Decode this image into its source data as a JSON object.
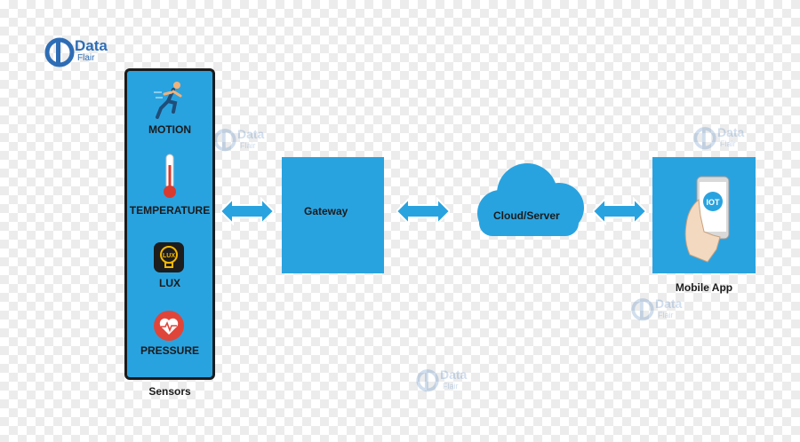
{
  "logo": {
    "line1": "Data",
    "line2": "Flair"
  },
  "sensors": {
    "items": [
      {
        "label": "MOTION",
        "icon": "running-man-icon"
      },
      {
        "label": "TEMPERATURE",
        "icon": "thermometer-icon"
      },
      {
        "label": "LUX",
        "icon": "lux-bulb-icon",
        "badge": "LUX"
      },
      {
        "label": "PRESSURE",
        "icon": "heart-pulse-icon"
      }
    ],
    "caption": "Sensors"
  },
  "gateway": {
    "label": "Gateway"
  },
  "cloud": {
    "label": "Cloud/Server"
  },
  "mobile": {
    "caption": "Mobile App",
    "screen_text": "IOT"
  },
  "colors": {
    "primary": "#29a3e0",
    "border": "#1b1b1b",
    "logo": "#2d6db5"
  }
}
